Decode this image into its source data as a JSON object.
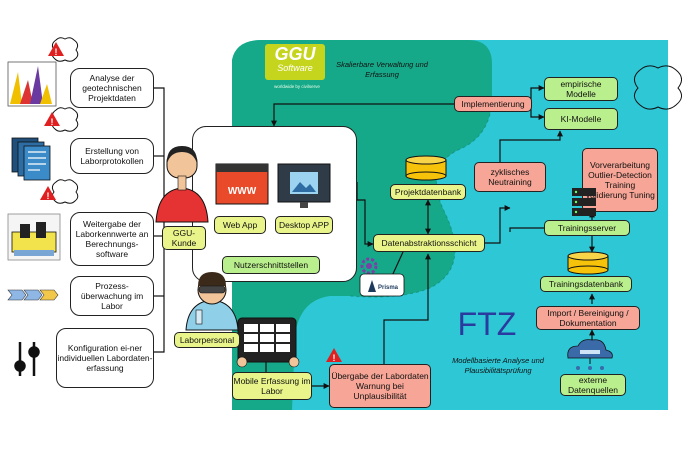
{
  "colors": {
    "ggu_region": "#16a989",
    "ftz_region": "#2ec7d6",
    "ggu_logo_bg": "#c5d41c",
    "yellow_box": "#e9f58a",
    "green_box": "#b9ef8c",
    "salmon_box": "#f6a596",
    "warning_red": "#e02020"
  },
  "ggu": {
    "logo_line1": "GGU",
    "logo_line2": "Software",
    "logo_sub": "worldwide by civilserve",
    "tagline": "Skalierbare Verwaltung und Erfassung"
  },
  "ftz": {
    "title": "FTZ",
    "tagline": "Modellbasierte Analyse und Plausibilitätsprüfung"
  },
  "left_tasks": [
    {
      "label": "Analyse der geotechnischen Projektdaten",
      "icon": "chart-icon",
      "warning": true
    },
    {
      "label": "Erstellung von Laborprotokollen",
      "icon": "documents-icon",
      "warning": true
    },
    {
      "label": "Weitergabe der Laborkennwerte an Berechnungs-software",
      "icon": "lab-equipment-icon",
      "warning": true
    },
    {
      "label": "Prozess-überwachung im Labor",
      "icon": "process-arrows-icon",
      "warning": false
    },
    {
      "label": "Konfiguration ei-ner individuellen Labordaten-erfassung",
      "icon": "sliders-icon",
      "warning": false
    }
  ],
  "client": {
    "kunde_label": "GGU-Kunde",
    "web_app": "Web App",
    "desktop_app": "Desktop APP",
    "www_text": "WWW",
    "interfaces": "Nutzerschnittstellen"
  },
  "lab": {
    "personal": "Laborpersonal",
    "mobile": "Mobile Erfassung im Labor",
    "handover": "Übergabe der Labordaten Warnung bei Unplausibilität"
  },
  "center": {
    "projektdatenbank": "Projektdatenbank",
    "abstraction": "Datenabstraktionsschicht",
    "prisma": "Prisma"
  },
  "ml": {
    "implementierung": "Implementierung",
    "empirische": "empirische Modelle",
    "ki_modelle": "KI-Modelle",
    "zyklisches": "zyklisches Neutraining",
    "preprocessing": "Vorverarbeitung Outlier-Detection Training Validierung Tuning",
    "trainingsserver": "Trainingsserver",
    "trainingsdatenbank": "Trainingsdatenbank",
    "import": "Import / Bereinigung / Dokumentation",
    "externe": "externe Datenquellen"
  }
}
